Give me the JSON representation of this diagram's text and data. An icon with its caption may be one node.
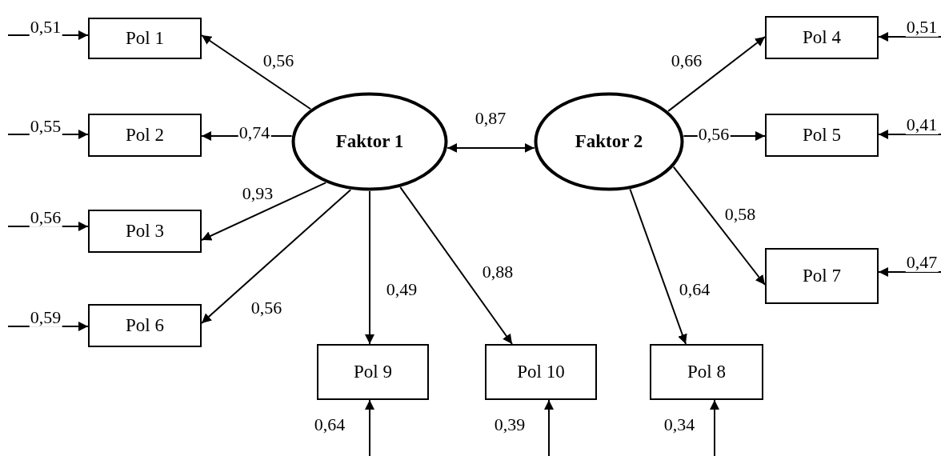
{
  "diagram": {
    "nodes": [
      {
        "text": [
          "Pol 1"
        ]
      },
      {
        "text": [
          "Pol 2"
        ]
      },
      {
        "text": [
          "Pol 3"
        ]
      },
      {
        "text": [
          "Pol 6"
        ]
      },
      {
        "text": [
          "Faktor 1"
        ]
      },
      {
        "text": [
          "Faktor 2"
        ]
      },
      {
        "text": [
          "Pol 4"
        ]
      },
      {
        "text": [
          "Pol 5"
        ]
      },
      {
        "text": [
          "Pol 7"
        ]
      },
      {
        "text": [
          "Pol 9"
        ]
      },
      {
        "text": [
          "Pol 10"
        ]
      },
      {
        "text": [
          "Pol 8"
        ]
      }
    ],
    "edges": [
      {
        "from": 4,
        "to": 0,
        "arrow": "to",
        "label": "0,56"
      },
      {
        "from": 4,
        "to": 1,
        "arrow": "to",
        "label": "0,74"
      },
      {
        "from": 4,
        "to": 2,
        "arrow": "to",
        "label": "0,93"
      },
      {
        "from": 4,
        "to": 3,
        "arrow": "to",
        "label": "0,56"
      },
      {
        "from": 4,
        "to": 9,
        "arrow": "to",
        "label": "0,49"
      },
      {
        "from": 4,
        "to": 10,
        "arrow": "to",
        "label": "0,88"
      },
      {
        "from": 4,
        "to": 5,
        "arrow": "both",
        "label": "0,87"
      },
      {
        "from": 5,
        "to": 6,
        "arrow": "to",
        "label": "0,66"
      },
      {
        "from": 5,
        "to": 7,
        "arrow": "to",
        "label": "0,56"
      },
      {
        "from": 5,
        "to": 8,
        "arrow": "to",
        "label": "0,58"
      },
      {
        "from": 5,
        "to": 11,
        "arrow": "to",
        "label": "0,64"
      },
      {
        "from": null,
        "to": 0,
        "arrow": "to",
        "label": "0,51"
      },
      {
        "from": null,
        "to": 1,
        "arrow": "to",
        "label": "0,55"
      },
      {
        "from": null,
        "to": 2,
        "arrow": "to",
        "label": "0,56"
      },
      {
        "from": null,
        "to": 3,
        "arrow": "to",
        "label": "0,59"
      },
      {
        "from": null,
        "to": 6,
        "arrow": "to",
        "label": "0,51"
      },
      {
        "from": null,
        "to": 7,
        "arrow": "to",
        "label": "0,41"
      },
      {
        "from": null,
        "to": 8,
        "arrow": "to",
        "label": "0,47"
      },
      {
        "from": null,
        "to": 9,
        "arrow": "to",
        "label": "0,64"
      },
      {
        "from": null,
        "to": 10,
        "arrow": "to",
        "label": "0,39"
      },
      {
        "from": null,
        "to": 11,
        "arrow": "to",
        "label": "0,34"
      }
    ]
  }
}
